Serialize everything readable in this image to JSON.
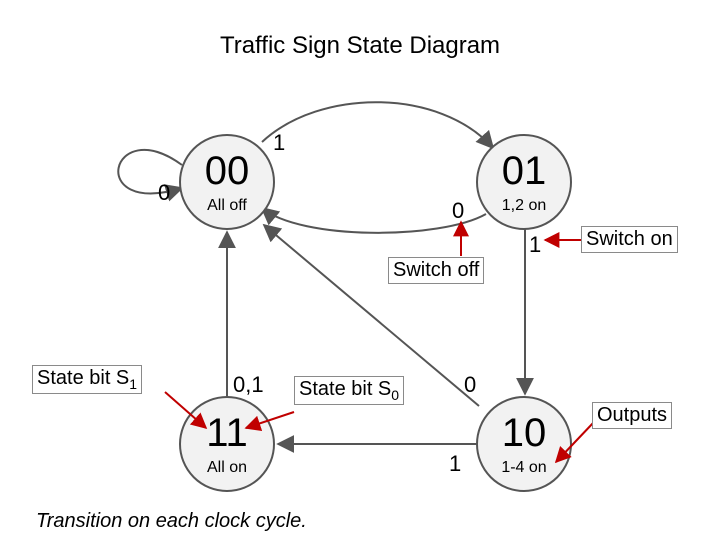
{
  "title": "Traffic Sign State Diagram",
  "states": [
    {
      "id": "00",
      "code": "00",
      "output": "All off"
    },
    {
      "id": "01",
      "code": "01",
      "output": "1,2 on"
    },
    {
      "id": "11",
      "code": "11",
      "output": "All on"
    },
    {
      "id": "10",
      "code": "10",
      "output": "1-4 on"
    }
  ],
  "transitions": [
    {
      "from": "00",
      "to": "00",
      "label": "0"
    },
    {
      "from": "00",
      "to": "01",
      "label": "1"
    },
    {
      "from": "01",
      "to": "00",
      "label": "0"
    },
    {
      "from": "01",
      "to": "10",
      "label": "1"
    },
    {
      "from": "10",
      "to": "00",
      "label": "0"
    },
    {
      "from": "10",
      "to": "11",
      "label": "1"
    },
    {
      "from": "11",
      "to": "00",
      "label": "0,1"
    }
  ],
  "callouts": {
    "switch_on": "Switch on",
    "switch_off": "Switch off",
    "state_bit_s1": {
      "text": "State bit S",
      "sub": "1"
    },
    "state_bit_s0": {
      "text": "State bit S",
      "sub": "0"
    },
    "outputs": "Outputs"
  },
  "footnote": "Transition on each clock cycle.",
  "colors": {
    "callout_arrow": "#c00000",
    "state_fill": "#f2f2f2",
    "state_stroke": "#555555",
    "edge": "#555555"
  }
}
